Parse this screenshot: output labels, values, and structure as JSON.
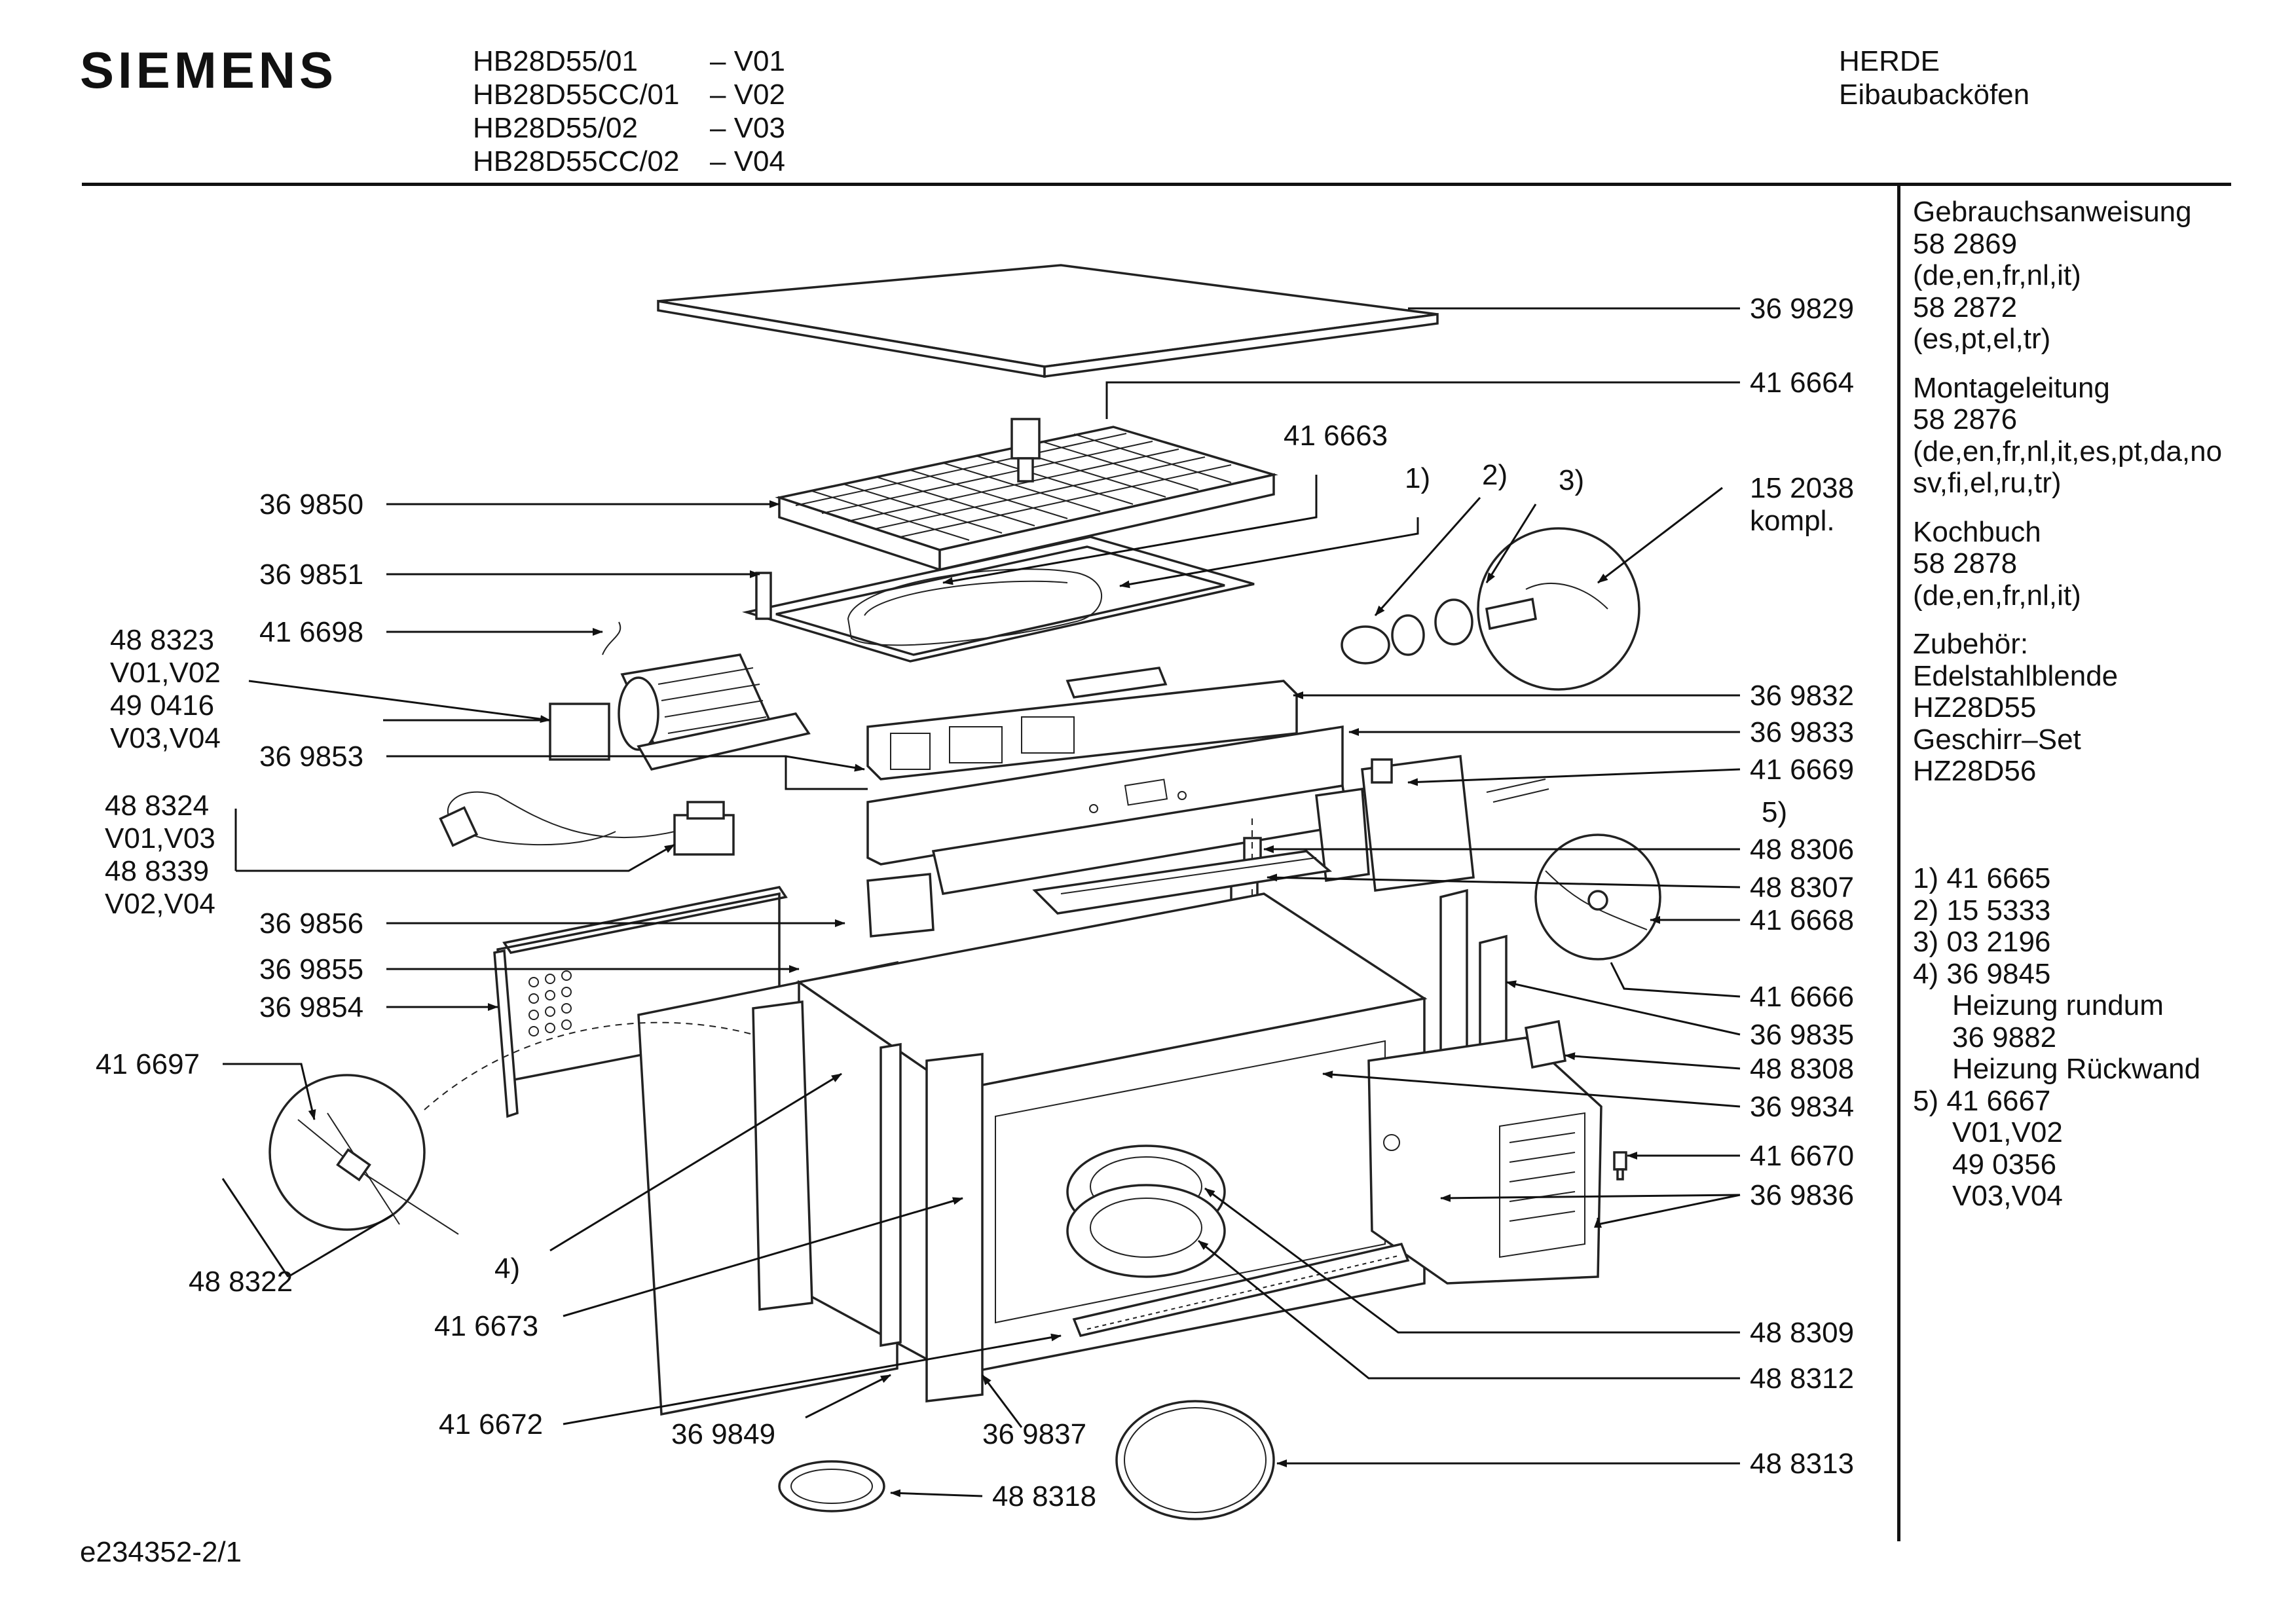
{
  "header": {
    "brand": "SIEMENS",
    "models": [
      {
        "code": "HB28D55/01",
        "variant": "– V01"
      },
      {
        "code": "HB28D55CC/01",
        "variant": "– V02"
      },
      {
        "code": "HB28D55/02",
        "variant": "– V03"
      },
      {
        "code": "HB28D55CC/02",
        "variant": "– V04"
      }
    ],
    "category": "HERDE",
    "subcategory": "Eibaubacköfen"
  },
  "sidebar": {
    "docs": [
      {
        "lines": [
          "Gebrauchsanweisung",
          "58 2869",
          "(de,en,fr,nl,it)",
          "58 2872",
          "(es,pt,el,tr)"
        ]
      },
      {
        "lines": [
          "Montageleitung",
          "58 2876",
          "(de,en,fr,nl,it,es,pt,da,no",
          "sv,fi,el,ru,tr)"
        ]
      },
      {
        "lines": [
          "Kochbuch",
          "58 2878",
          "(de,en,fr,nl,it)"
        ]
      },
      {
        "lines": [
          "Zubehör:",
          "Edelstahlblende",
          "HZ28D55",
          "Geschirr–Set",
          "HZ28D56"
        ]
      }
    ],
    "footnotes": [
      {
        "text": "1)  41 6665",
        "indent": false
      },
      {
        "text": "2)  15 5333",
        "indent": false
      },
      {
        "text": "3)  03 2196",
        "indent": false
      },
      {
        "text": "4)  36 9845",
        "indent": false
      },
      {
        "text": "Heizung rundum",
        "indent": true
      },
      {
        "text": "36 9882",
        "indent": true
      },
      {
        "text": "Heizung Rückwand",
        "indent": true
      },
      {
        "text": "5)  41 6667",
        "indent": false
      },
      {
        "text": "V01,V02",
        "indent": true
      },
      {
        "text": "49 0356",
        "indent": true
      },
      {
        "text": "V03,V04",
        "indent": true
      }
    ]
  },
  "callouts": {
    "r369829": "36 9829",
    "r416664": "41 6664",
    "t416663": "41 6663",
    "m1": "1)",
    "m2": "2)",
    "m3": "3)",
    "r152038": "15 2038",
    "r152038b": "kompl.",
    "l369850": "36 9850",
    "l369851": "36 9851",
    "l416698": "41 6698",
    "l488323": "48 8323",
    "l488323v": "V01,V02",
    "l490416": "49 0416",
    "l490416v": "V03,V04",
    "l369853": "36 9853",
    "r369832": "36 9832",
    "r369833": "36 9833",
    "r416669": "41 6669",
    "m5": "5)",
    "l488324": "48 8324",
    "l488324v": "V01,V03",
    "l488339": "48 8339",
    "l488339v": "V02,V04",
    "r488306": "48 8306",
    "r488307": "48 8307",
    "r416668": "41 6668",
    "l369856": "36 9856",
    "l369855": "36 9855",
    "l369854": "36 9854",
    "r416666": "41 6666",
    "r369835": "36 9835",
    "r488308": "48 8308",
    "r369834": "36 9834",
    "l416697": "41 6697",
    "r416670": "41 6670",
    "r369836": "36 9836",
    "l488322": "48 8322",
    "m4": "4)",
    "l416673": "41 6673",
    "r488309": "48 8309",
    "r488312": "48 8312",
    "l416672": "41 6672",
    "b369849": "36 9849",
    "b369837": "36 9837",
    "r488313": "48 8313",
    "b488318": "48 8318"
  },
  "footer": {
    "drawing_id": "e234352-2/1"
  }
}
